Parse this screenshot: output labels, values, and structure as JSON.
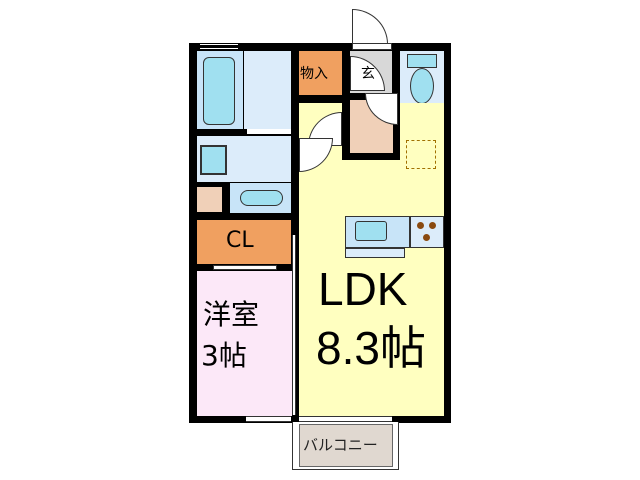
{
  "rooms": {
    "storage": "物入",
    "entrance": "玄",
    "closet": "CL",
    "western_room": {
      "name": "洋室",
      "size": "3帖"
    },
    "ldk": {
      "name": "LDK",
      "size": "8.3帖"
    },
    "balcony": "バルコニー"
  },
  "colors": {
    "wall": "#000000",
    "ldk": "#ffffc0",
    "western_room": "#fce8f8",
    "storage": "#f0a060",
    "wet_area": "#dcecfa",
    "fixture": "#a0e0f0",
    "hallway": "#f0d0b8",
    "entrance": "#d8d8d8",
    "balcony": "#e0d8d0"
  }
}
